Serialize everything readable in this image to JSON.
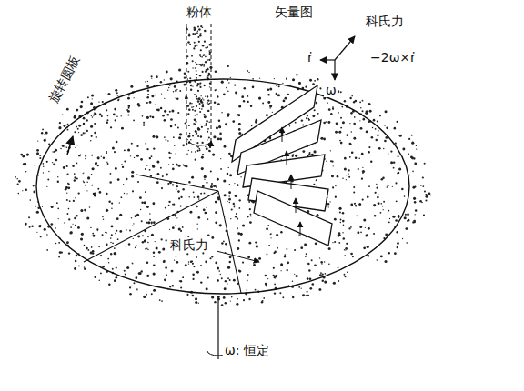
{
  "diagram": {
    "labels": [
      "粉体",
      "矢量图",
      "科氏力",
      "ṙ",
      "−2ω×ṙ",
      "ω",
      "旋转圆板",
      "科氏力",
      "ω: 恒定"
    ]
  }
}
